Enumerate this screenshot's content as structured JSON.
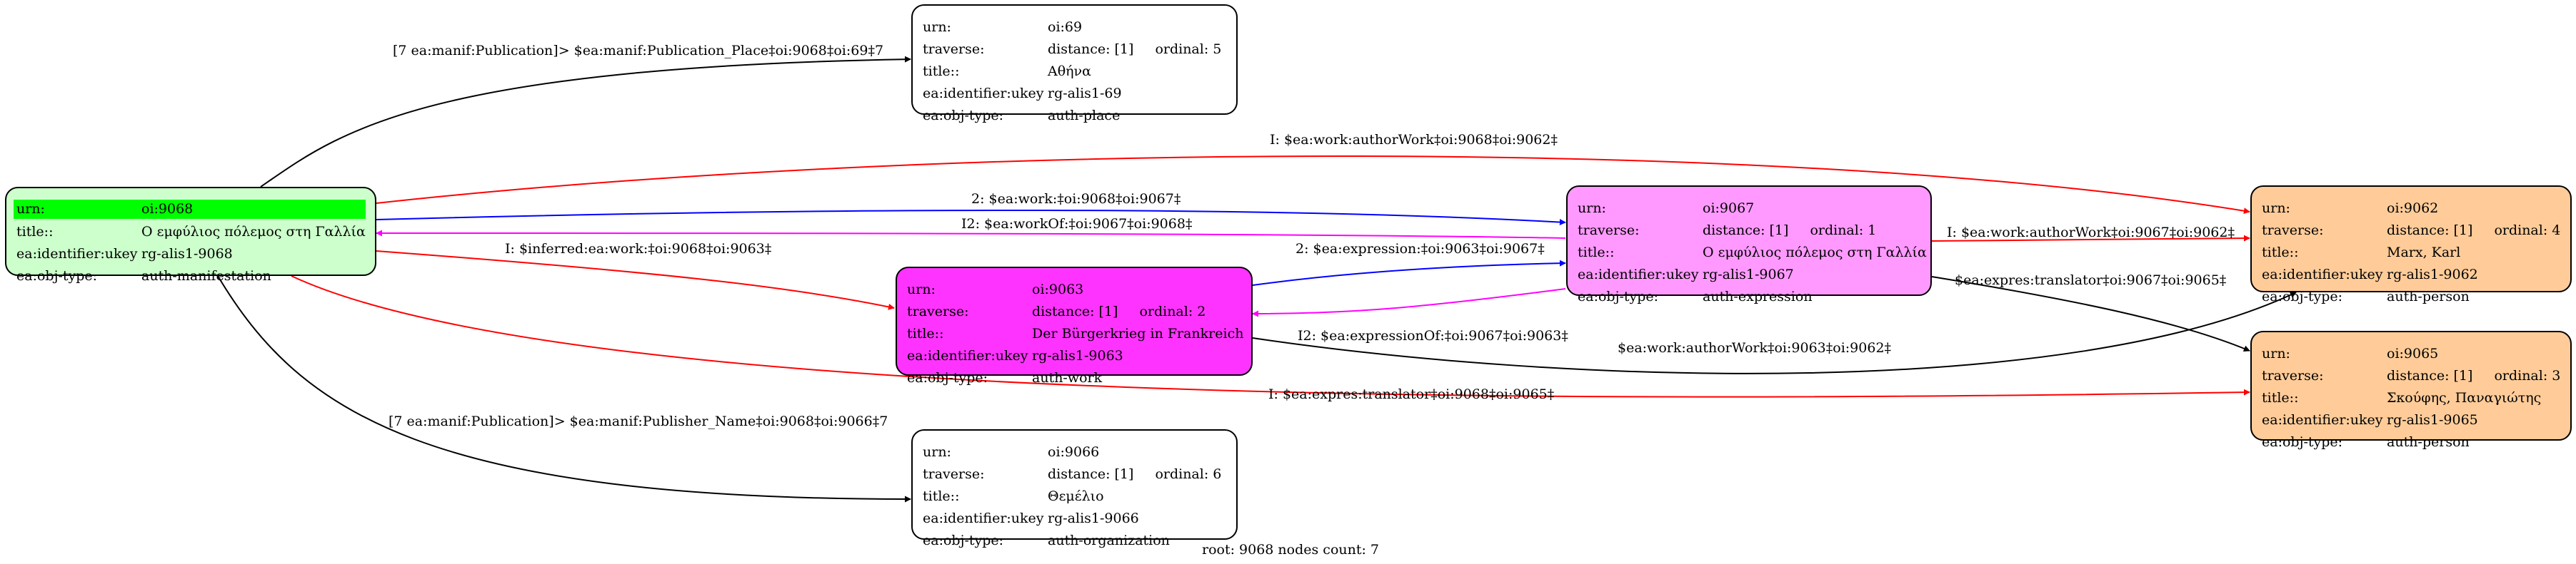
{
  "colors": {
    "root": "#ccffcc",
    "work": "#ff33ff",
    "expression": "#ff99ff",
    "person": "#ffcc99",
    "plain": "#ffffff",
    "highlight": "#00ff00",
    "edge_black": "#000000",
    "edge_red": "#ff0000",
    "edge_blue": "#0000ff",
    "edge_magenta": "#ff00ff"
  },
  "nodes": {
    "n9068": {
      "urn_key": "urn:",
      "urn": "oi:9068",
      "title_key": "title::",
      "title": "Ο εμφύλιος πόλεμος στη Γαλλία",
      "ukey_key": "ea:identifier:ukey",
      "ukey": "rg-alis1-9068",
      "type_key": "ea:obj-type:",
      "type": "auth-manifestation"
    },
    "n69": {
      "urn_key": "urn:",
      "urn": "oi:69",
      "traverse_key": "traverse:",
      "distance": "distance: [1]",
      "ordinal": "ordinal: 5",
      "title_key": "title::",
      "title": "Αθήνα",
      "ukey_key": "ea:identifier:ukey",
      "ukey": "rg-alis1-69",
      "type_key": "ea:obj-type:",
      "type": "auth-place"
    },
    "n9063": {
      "urn_key": "urn:",
      "urn": "oi:9063",
      "traverse_key": "traverse:",
      "distance": "distance: [1]",
      "ordinal": "ordinal: 2",
      "title_key": "title::",
      "title": "Der Bürgerkrieg in Frankreich",
      "ukey_key": "ea:identifier:ukey",
      "ukey": "rg-alis1-9063",
      "type_key": "ea:obj-type:",
      "type": "auth-work"
    },
    "n9066": {
      "urn_key": "urn:",
      "urn": "oi:9066",
      "traverse_key": "traverse:",
      "distance": "distance: [1]",
      "ordinal": "ordinal: 6",
      "title_key": "title::",
      "title": "Θεμέλιο",
      "ukey_key": "ea:identifier:ukey",
      "ukey": "rg-alis1-9066",
      "type_key": "ea:obj-type:",
      "type": "auth-organization"
    },
    "n9067": {
      "urn_key": "urn:",
      "urn": "oi:9067",
      "traverse_key": "traverse:",
      "distance": "distance: [1]",
      "ordinal": "ordinal: 1",
      "title_key": "title::",
      "title": "Ο εμφύλιος πόλεμος στη Γαλλία",
      "ukey_key": "ea:identifier:ukey",
      "ukey": "rg-alis1-9067",
      "type_key": "ea:obj-type:",
      "type": "auth-expression"
    },
    "n9062": {
      "urn_key": "urn:",
      "urn": "oi:9062",
      "traverse_key": "traverse:",
      "distance": "distance: [1]",
      "ordinal": "ordinal: 4",
      "title_key": "title::",
      "title": "Marx, Karl",
      "ukey_key": "ea:identifier:ukey",
      "ukey": "rg-alis1-9062",
      "type_key": "ea:obj-type:",
      "type": "auth-person"
    },
    "n9065": {
      "urn_key": "urn:",
      "urn": "oi:9065",
      "traverse_key": "traverse:",
      "distance": "distance: [1]",
      "ordinal": "ordinal: 3",
      "title_key": "title::",
      "title": "Σκούφης, Παναγιώτης",
      "ukey_key": "ea:identifier:ukey",
      "ukey": "rg-alis1-9065",
      "type_key": "ea:obj-type:",
      "type": "auth-person"
    }
  },
  "edges": {
    "e_place": "[7 ea:manif:Publication]> $ea:manif:Publication_Place‡oi:9068‡oi:69‡7",
    "e_publisher": "[7 ea:manif:Publication]> $ea:manif:Publisher_Name‡oi:9068‡oi:9066‡7",
    "e_author_root": "I: $ea:work:authorWork‡oi:9068‡oi:9062‡",
    "e_work_root": "2: $ea:work:‡oi:9068‡oi:9067‡",
    "e_workof": "I2: $ea:workOf:‡oi:9067‡oi:9068‡",
    "e_inferred": "I: $inferred:ea:work:‡oi:9068‡oi:9063‡",
    "e_expression": "2: $ea:expression:‡oi:9063‡oi:9067‡",
    "e_expressionof": "I2: $ea:expressionOf:‡oi:9067‡oi:9063‡",
    "e_author_exp": "I: $ea:work:authorWork‡oi:9067‡oi:9062‡",
    "e_translator_exp": "$ea:expres:translator‡oi:9067‡oi:9065‡",
    "e_author_work": "$ea:work:authorWork‡oi:9063‡oi:9062‡",
    "e_translator_root": "I: $ea:expres:translator‡oi:9068‡oi:9065‡"
  },
  "footer": "root: 9068 nodes count: 7"
}
